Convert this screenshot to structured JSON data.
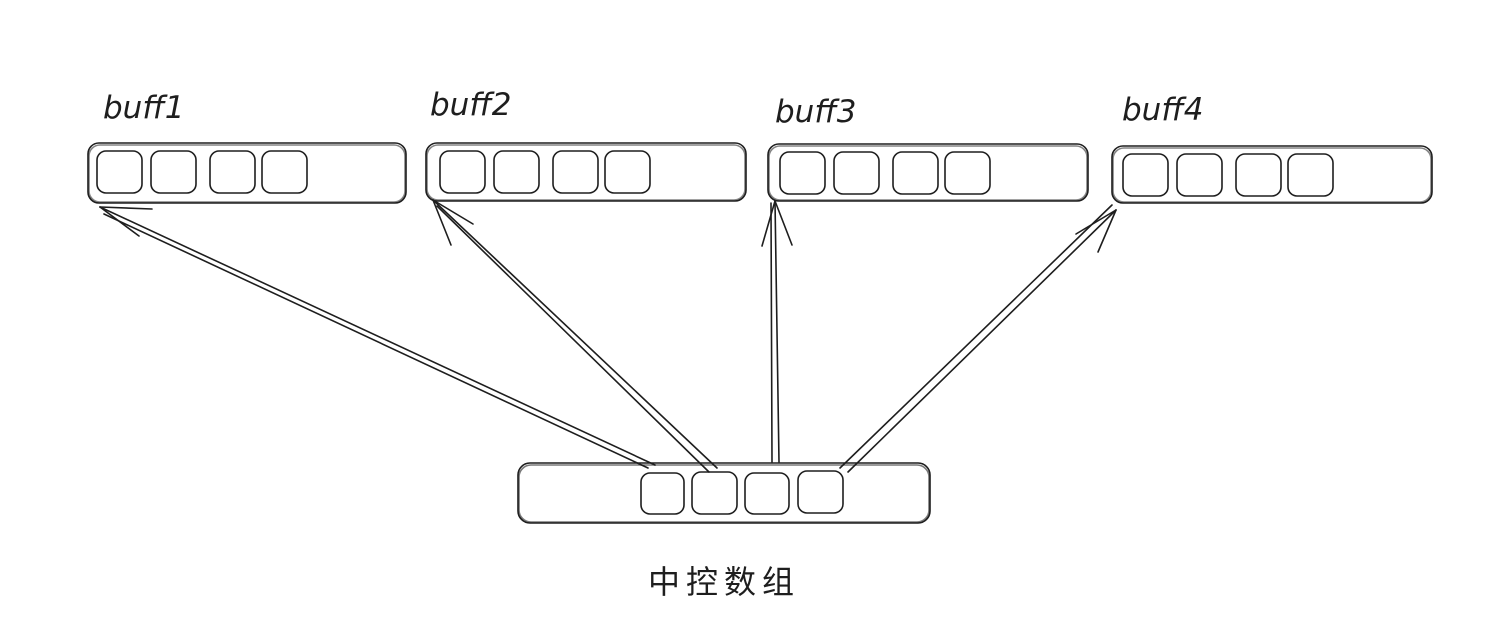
{
  "buffers": [
    {
      "label": "buff1",
      "slots": 4
    },
    {
      "label": "buff2",
      "slots": 4
    },
    {
      "label": "buff3",
      "slots": 4
    },
    {
      "label": "buff4",
      "slots": 4
    }
  ],
  "control": {
    "label": "中控数组",
    "slots": 4
  },
  "colors": {
    "buffer_fill": "#e9ecef",
    "slot_fill": "#b2f2bb",
    "control_fill": "#ffec99",
    "ink": "#1e1e1e"
  }
}
